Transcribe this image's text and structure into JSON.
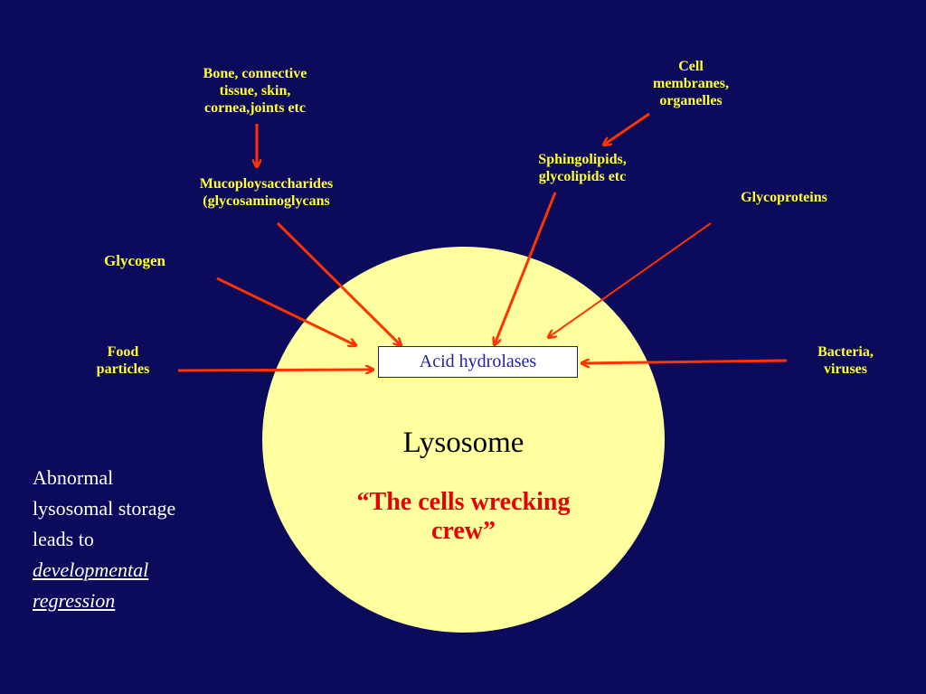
{
  "colors": {
    "background": "#0b0a5b",
    "lysosome": "#ffff9f",
    "label": "#ffff33",
    "arrow": "#ff3300",
    "enzyme_text": "#1f1fa8",
    "tagline": "#e60000"
  },
  "center": {
    "title": "Lysosome",
    "tagline_line1": "“The cells wrecking",
    "tagline_line2": "crew”",
    "enzyme": "Acid hydrolases"
  },
  "labels": {
    "bone_line1": "Bone, connective",
    "bone_line2": "tissue, skin,",
    "bone_line3": "cornea,joints etc",
    "muco_line1": "Mucoploysaccharides",
    "muco_line2": "(glycosaminoglycans",
    "cell_line1": "Cell",
    "cell_line2": "membranes,",
    "cell_line3": "organelles",
    "sphingo_line1": "Sphingolipids,",
    "sphingo_line2": "glycolipids etc",
    "glycoproteins": "Glycoproteins",
    "glycogen": "Glycogen",
    "food_line1": "Food",
    "food_line2": "particles",
    "bacteria_line1": "Bacteria,",
    "bacteria_line2": "viruses"
  },
  "note": {
    "line1": "Abnormal",
    "line2": "lysosomal storage",
    "line3": "leads to",
    "emph1": "developmental",
    "emph2": "regression"
  }
}
